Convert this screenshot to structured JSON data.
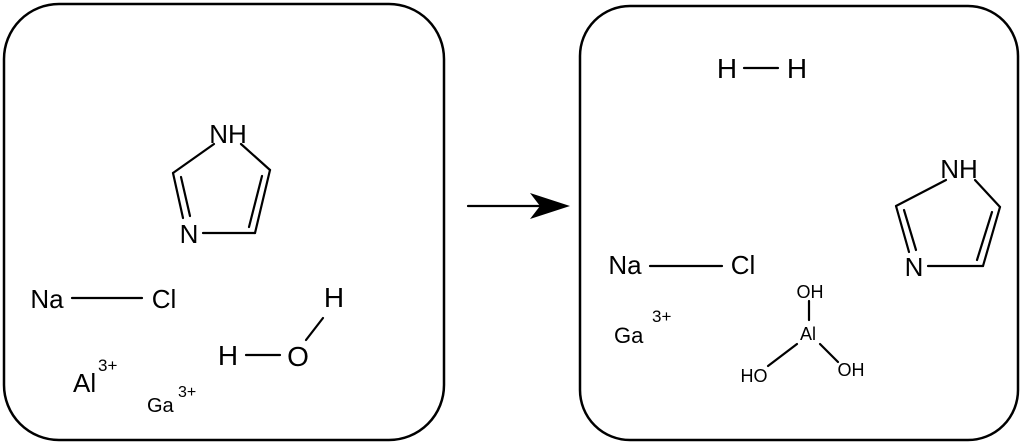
{
  "reactants": {
    "imidazole": {
      "nh": "NH",
      "n": "N"
    },
    "nacl": {
      "na": "Na",
      "cl": "Cl"
    },
    "aluminum_ion": {
      "symbol": "Al",
      "charge": "3+"
    },
    "gallium_ion": {
      "symbol": "Ga",
      "charge": "3+"
    },
    "water": {
      "h1": "H",
      "o": "O",
      "h2": "H"
    }
  },
  "products": {
    "hydrogen": {
      "h1": "H",
      "h2": "H"
    },
    "imidazole": {
      "nh": "NH",
      "n": "N"
    },
    "nacl": {
      "na": "Na",
      "cl": "Cl"
    },
    "gallium_ion": {
      "symbol": "Ga",
      "charge": "3+"
    },
    "aluminum_hydroxide": {
      "al": "Al",
      "oh_top": "OH",
      "oh_left": "HO",
      "oh_right": "OH"
    }
  }
}
